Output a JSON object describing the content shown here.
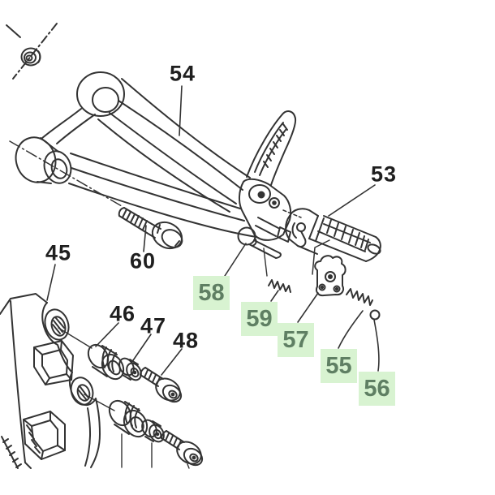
{
  "diagram": {
    "colors": {
      "line": "#333333",
      "plain_label_text": "#1f1f1f",
      "highlight_background": "#d8f3d1",
      "highlight_text": "#5f7f63",
      "background": "#ffffff"
    },
    "plain_callouts": [
      {
        "ref": "54"
      },
      {
        "ref": "53"
      },
      {
        "ref": "60"
      },
      {
        "ref": "45"
      },
      {
        "ref": "46"
      },
      {
        "ref": "47"
      },
      {
        "ref": "48"
      }
    ],
    "highlighted_callouts": [
      {
        "ref": "58"
      },
      {
        "ref": "59"
      },
      {
        "ref": "57"
      },
      {
        "ref": "55"
      },
      {
        "ref": "56"
      }
    ]
  }
}
